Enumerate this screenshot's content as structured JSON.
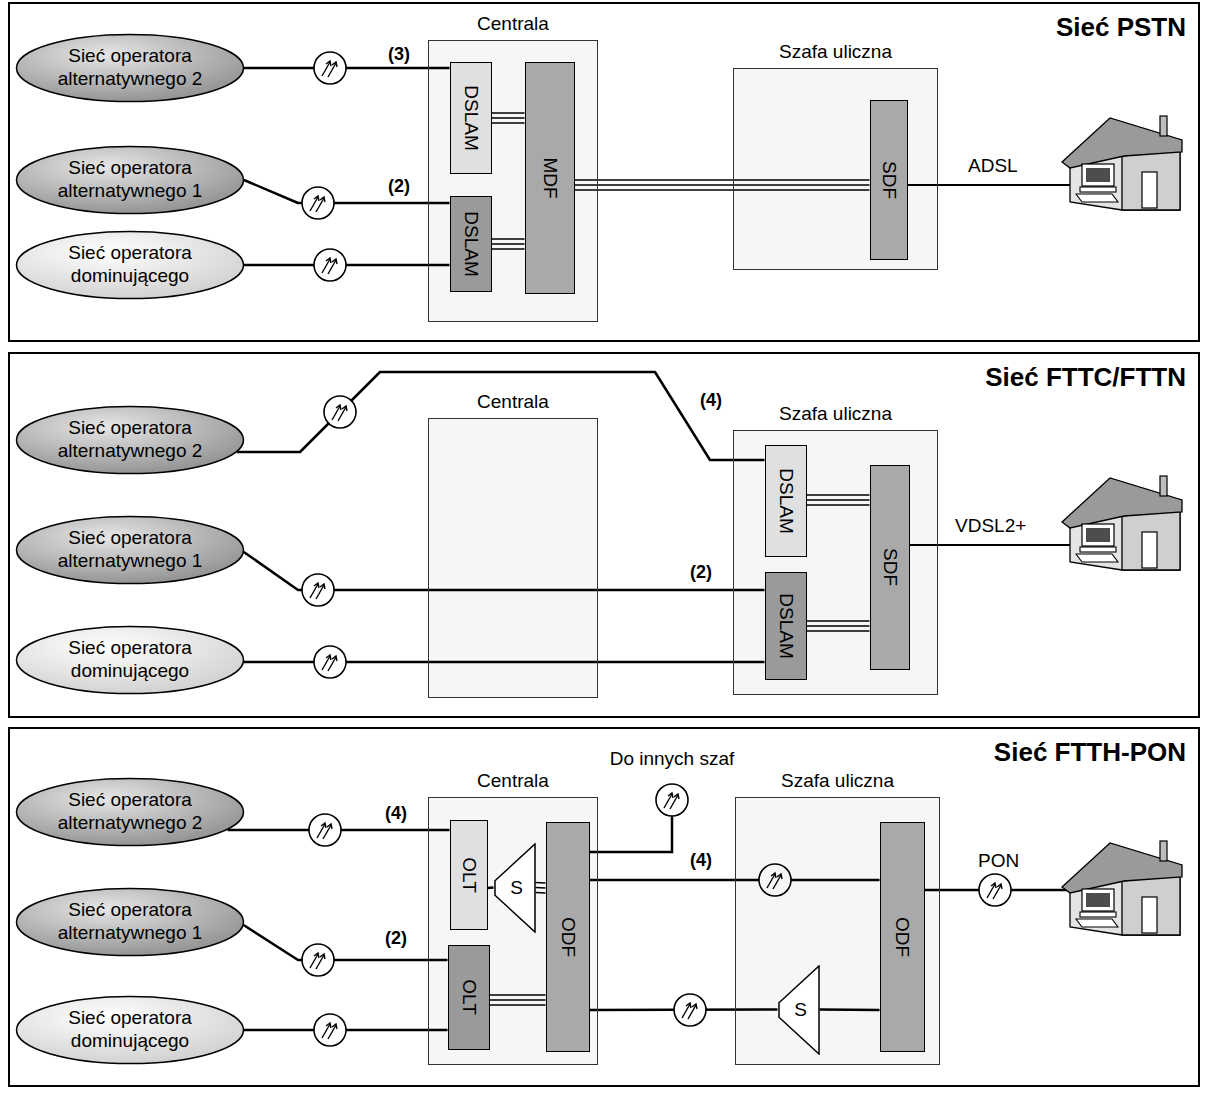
{
  "diagram": {
    "nodes": [
      {
        "text": [
          "Sieć PSTN"
        ]
      },
      {
        "text": [
          "Sieć operatora alternatywnego 2"
        ],
        "in": 0
      },
      {
        "text": [
          "Sieć operatora alternatywnego 1"
        ],
        "in": 0
      },
      {
        "text": [
          "Sieć operatora dominującego"
        ],
        "in": 0
      },
      {
        "text": [
          "Centrala"
        ],
        "in": 0
      },
      {
        "text": [
          "DSLAM"
        ],
        "in": 4
      },
      {
        "text": [
          "DSLAM"
        ],
        "in": 4
      },
      {
        "text": [
          "MDF"
        ],
        "in": 4
      },
      {
        "text": [
          "Szafa uliczna"
        ],
        "in": 0
      },
      {
        "text": [
          "SDF"
        ],
        "in": 8
      },
      {
        "text": [
          "Sieć FTTC/FTTN"
        ]
      },
      {
        "text": [
          "Sieć operatora alternatywnego 2"
        ],
        "in": 10
      },
      {
        "text": [
          "Sieć operatora alternatywnego 1"
        ],
        "in": 10
      },
      {
        "text": [
          "Sieć operatora dominującego"
        ],
        "in": 10
      },
      {
        "text": [
          "Centrala"
        ],
        "in": 10
      },
      {
        "text": [
          "Szafa uliczna"
        ],
        "in": 10
      },
      {
        "text": [
          "DSLAM"
        ],
        "in": 15
      },
      {
        "text": [
          "DSLAM"
        ],
        "in": 15
      },
      {
        "text": [
          "SDF"
        ],
        "in": 15
      },
      {
        "text": [
          "Sieć FTTH-PON"
        ]
      },
      {
        "text": [
          "Sieć operatora alternatywnego 2"
        ],
        "in": 19
      },
      {
        "text": [
          "Sieć operatora alternatywnego 1"
        ],
        "in": 19
      },
      {
        "text": [
          "Sieć operatora dominującego"
        ],
        "in": 19
      },
      {
        "text": [
          "Centrala"
        ],
        "in": 19
      },
      {
        "text": [
          "OLT"
        ],
        "in": 23
      },
      {
        "text": [
          "S"
        ],
        "in": 23
      },
      {
        "text": [
          "ODF"
        ],
        "in": 23
      },
      {
        "text": [
          "OLT"
        ],
        "in": 23
      },
      {
        "text": [
          "Szafa uliczna"
        ],
        "in": 19
      },
      {
        "text": [
          "S"
        ],
        "in": 28
      },
      {
        "text": [
          "ODF"
        ],
        "in": 28
      }
    ],
    "edges": [
      {
        "from": 1,
        "to": 5,
        "arrow": "none",
        "label": "(3)"
      },
      {
        "from": 2,
        "to": 6,
        "arrow": "none",
        "label": "(2)"
      },
      {
        "from": 3,
        "to": 6,
        "arrow": "none"
      },
      {
        "from": 5,
        "to": 7,
        "arrow": "none"
      },
      {
        "from": 6,
        "to": 7,
        "arrow": "none"
      },
      {
        "from": 7,
        "to": 9,
        "arrow": "none"
      },
      {
        "from": 11,
        "to": 16,
        "arrow": "none",
        "label": "(4)"
      },
      {
        "from": 12,
        "to": 17,
        "arrow": "none",
        "label": "(2)"
      },
      {
        "from": 13,
        "to": 17,
        "arrow": "none"
      },
      {
        "from": 16,
        "to": 18,
        "arrow": "none"
      },
      {
        "from": 17,
        "to": 18,
        "arrow": "none"
      },
      {
        "from": 20,
        "to": 24,
        "arrow": "none",
        "label": "(4)"
      },
      {
        "from": 21,
        "to": 27,
        "arrow": "none",
        "label": "(2)"
      },
      {
        "from": 22,
        "to": 27,
        "arrow": "none"
      },
      {
        "from": 24,
        "to": 25,
        "arrow": "none"
      },
      {
        "from": 25,
        "to": 26,
        "arrow": "none"
      },
      {
        "from": 27,
        "to": 26,
        "arrow": "none"
      },
      {
        "from": 26,
        "to": 30,
        "arrow": "none",
        "label": "(4)"
      },
      {
        "from": 26,
        "to": 29,
        "arrow": "none"
      },
      {
        "from": 29,
        "to": 30,
        "arrow": "none"
      }
    ],
    "labels": [
      "ADSL",
      "VDSL2+",
      "Do innych szaf",
      "PON"
    ]
  }
}
